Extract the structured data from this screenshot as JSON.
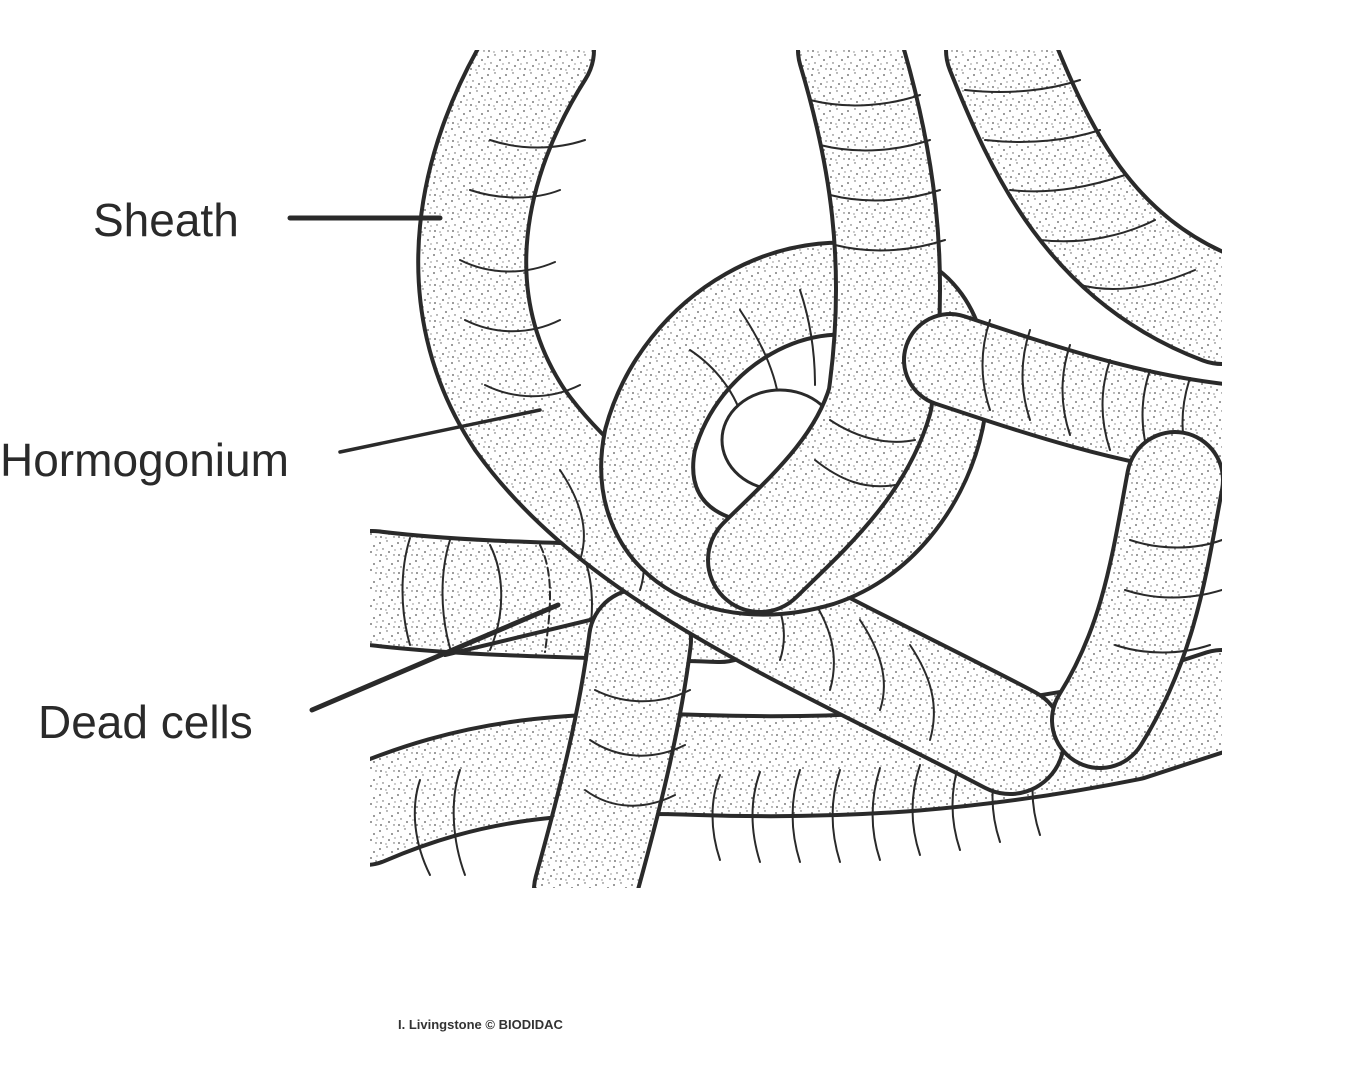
{
  "labels": {
    "sheath": "Sheath",
    "hormogonium": "Hormogonium",
    "dead_cells": "Dead cells"
  },
  "credit": "I. Livingstone © BIODIDAC",
  "colors": {
    "ink": "#2a2a2a",
    "stipple": "#555555",
    "background": "#ffffff"
  }
}
